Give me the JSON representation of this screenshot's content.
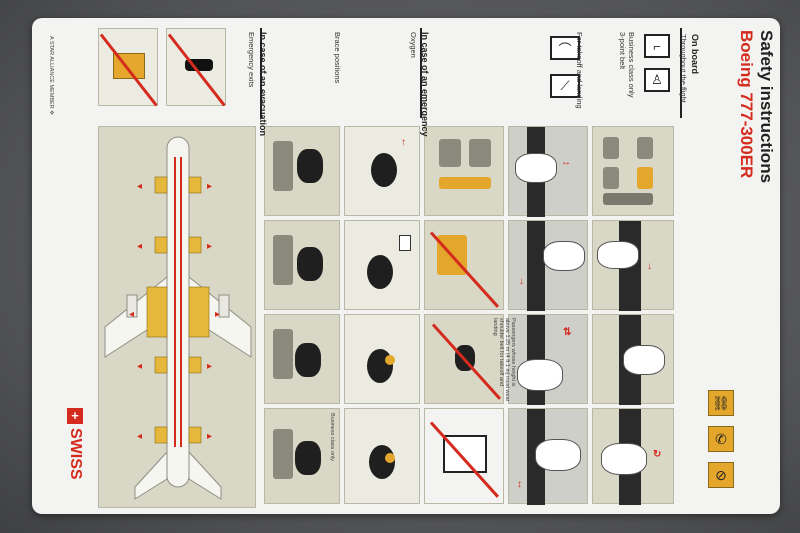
{
  "card": {
    "title": "Safety instructions",
    "subtitle": "Boeing 777-300ER",
    "brand": "SWISS",
    "alliance": "A STAR ALLIANCE MEMBER"
  },
  "sections": {
    "on_board": "On board",
    "throughout_flight": "Throughout the flight",
    "business_belt": "Business class only\n3-point belt",
    "takeoff_landing": "For takeoff and landing",
    "emergency": "In case of an emergency",
    "oxygen": "Oxygen",
    "brace": "Brace positions",
    "evacuation": "In case of an evacuation",
    "exits": "Emergency exits",
    "business_only": "Business class only",
    "passenger_note": "Passengers whose height is above 1.25 m (4 ft 1 in) must wear shoulder belt for takeoff and landing"
  },
  "colors": {
    "brand_red": "#d52b1e",
    "panel": "#d9d8c6",
    "accent_yellow": "#e5a72b",
    "card": "#f3f3f1"
  },
  "icons": [
    "seatbelt-icon",
    "no-smoking-icon",
    "no-electronics-icon",
    "swiss-cross-icon",
    "star-alliance-icon"
  ]
}
